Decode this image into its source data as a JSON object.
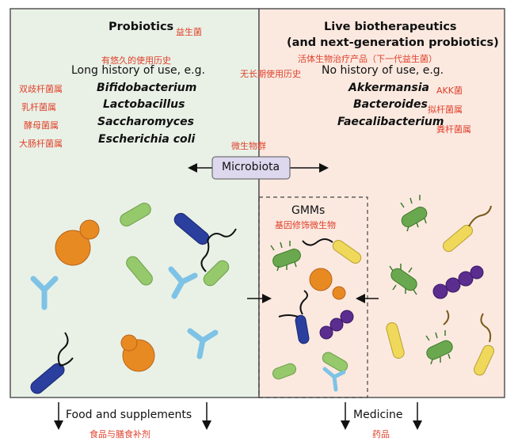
{
  "left_panel": {
    "title": "Probiotics",
    "title_cn": "益生菌",
    "history_cn": "有悠久的使用历史",
    "history": "Long history of use, e.g.",
    "genera": [
      {
        "name": "Bifidobacterium",
        "cn": "双歧杆菌属"
      },
      {
        "name": "Lactobacillus",
        "cn": "乳杆菌属"
      },
      {
        "name": "Saccharomyces",
        "cn": "酵母菌属"
      },
      {
        "name": "Escherichia coli",
        "cn": "大肠杆菌属"
      }
    ],
    "footer": "Food and supplements",
    "footer_cn": "食品与膳食补剂"
  },
  "right_panel": {
    "title_line1": "Live biotherapeutics",
    "title_line2": "(and next-generation probiotics)",
    "title_cn": "活体生物治疗产品（下一代益生菌）",
    "history_cn": "无长期使用历史",
    "history": "No history of use, e.g.",
    "genera": [
      {
        "name": "Akkermansia",
        "cn": "AKK菌"
      },
      {
        "name": "Bacteroides",
        "cn": "拟杆菌属"
      },
      {
        "name": "Faecalibacterium",
        "cn": "粪杆菌属"
      }
    ],
    "footer": "Medicine",
    "footer_cn": "药品"
  },
  "center": {
    "microbiota_cn": "微生物群",
    "microbiota": "Microbiota",
    "gmm": "GMMs",
    "gmm_cn": "基因修饰微生物"
  },
  "colors": {
    "left_bg": "#e9f1e7",
    "right_bg": "#fbe9e0",
    "border": "#555555",
    "annotation": "#e0402a",
    "microbiota_box": "#ddd8ee",
    "orange_yeast": "#e88a22",
    "green_rod": "#95c96b",
    "blue_rod": "#2a3f9e",
    "yellow_rod": "#f0d85a",
    "purple_cocci": "#5b2d8e",
    "light_blue_y": "#7ec3e6",
    "green_spiky": "#6aa84f"
  }
}
